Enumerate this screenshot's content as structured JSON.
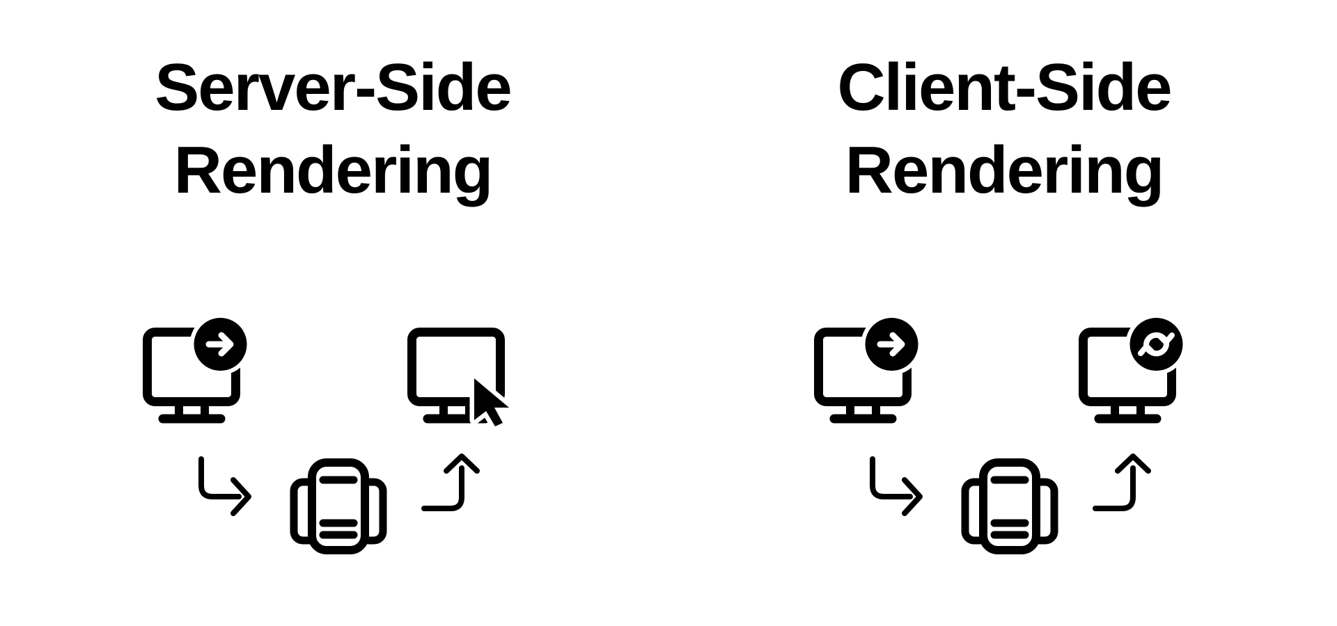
{
  "canvas": {
    "background": "#ffffff",
    "ink": "#000000"
  },
  "diagrams": [
    {
      "id": "server-side-rendering",
      "title": {
        "line1": "Server-Side",
        "line2": "Rendering"
      },
      "icons": [
        {
          "name": "monitor-request-out-icon"
        },
        {
          "name": "arrow-down-right-icon"
        },
        {
          "name": "server-icon"
        },
        {
          "name": "arrow-right-up-icon"
        },
        {
          "name": "monitor-cursor-icon"
        }
      ]
    },
    {
      "id": "client-side-rendering",
      "title": {
        "line1": "Client-Side",
        "line2": "Rendering"
      },
      "icons": [
        {
          "name": "monitor-request-out-icon"
        },
        {
          "name": "arrow-down-right-icon"
        },
        {
          "name": "server-icon"
        },
        {
          "name": "arrow-right-up-icon"
        },
        {
          "name": "monitor-refresh-icon"
        }
      ]
    }
  ]
}
